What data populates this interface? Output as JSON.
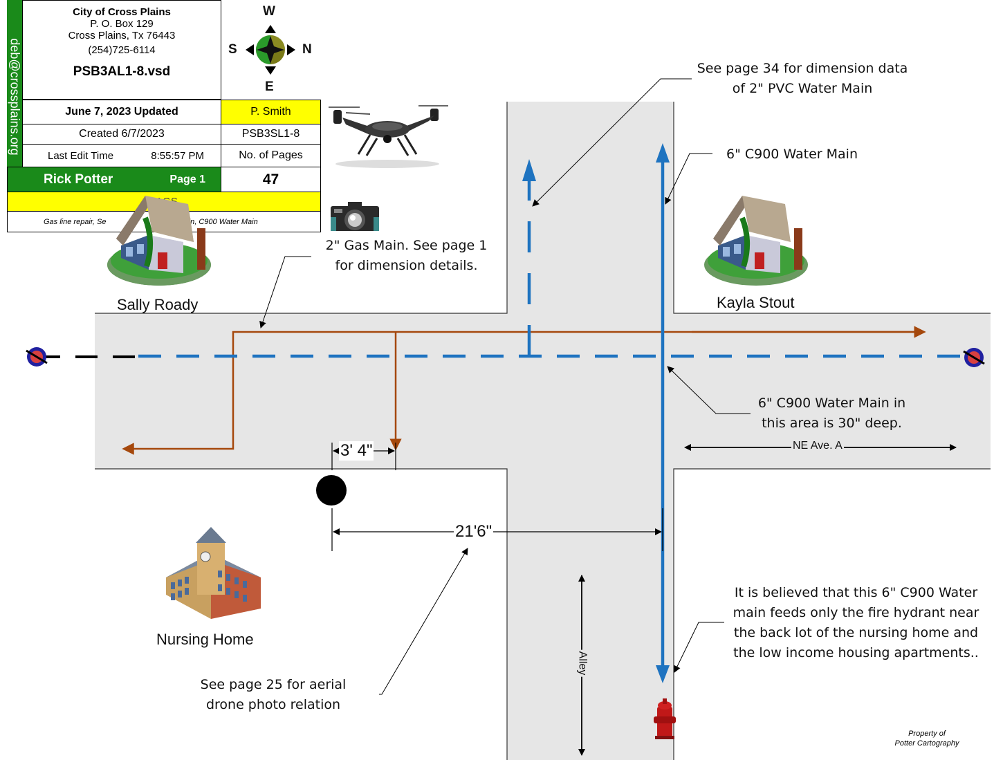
{
  "title_block": {
    "org_name": "City of Cross Plains",
    "po_box": "P. O. Box 129",
    "city_line": "Cross Plains, Tx  76443",
    "phone": "(254)725-6114",
    "file_name": "PSB3AL1-8.vsd",
    "updated": "June 7, 2023 Updated",
    "author": "P. Smith",
    "created": "Created 6/7/2023",
    "code": "PSB3SL1-8",
    "last_edit_label": "Last Edit Time",
    "last_edit_time": "8:55:57 PM",
    "pages_label": "No. of Pages",
    "owner": "Rick Potter",
    "page": "Page 1",
    "page_count": "47",
    "tags_label": "TAGS",
    "tags": "Gas line repair, Se",
    "tags_tail": "ter Main, C900 Water Main",
    "email": "deb@crossplains.org"
  },
  "compass": {
    "w": "W",
    "s": "S",
    "n": "N",
    "e": "E"
  },
  "notes": {
    "pvc_note_1": "See page 34 for dimension data",
    "pvc_note_2": "of 2\" PVC Water Main",
    "c900_note": "6\" C900 Water Main",
    "gas_note_1": "2\" Gas Main. See page 1",
    "gas_note_2": "for dimension details.",
    "deep_note_1": "6\" C900 Water Main in",
    "deep_note_2": "this area is 30\" deep.",
    "feeds_note_1": "It is believed that this 6\" C900 Water",
    "feeds_note_2": "main feeds only the fire hydrant near",
    "feeds_note_3": "the back lot of the nursing home and",
    "feeds_note_4": "the low income housing apartments..",
    "aerial_note_1": "See page 25 for aerial",
    "aerial_note_2": "drone photo relation"
  },
  "places": {
    "house_left": "Sally Roady",
    "house_right": "Kayla Stout",
    "nursing_home": "Nursing Home"
  },
  "streets": {
    "avenue": "NE Ave. A",
    "alley": "Alley"
  },
  "dimensions": {
    "offset": "3' 4\"",
    "distance": "21'6\""
  },
  "footer": {
    "line1": "Property of",
    "line2": "Potter Cartography"
  },
  "colors": {
    "water": "#1e73c0",
    "gas": "#a5480c",
    "road": "#e6e6e6",
    "green": "#1a8a1a",
    "yellow": "#ffff00"
  }
}
